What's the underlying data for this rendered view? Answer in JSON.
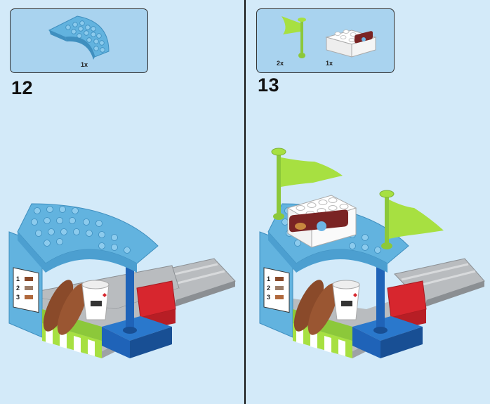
{
  "steps": [
    {
      "number": "12",
      "parts": [
        {
          "icon": "quarter-round-plate-icon",
          "quantity": "1x"
        }
      ]
    },
    {
      "number": "13",
      "parts": [
        {
          "icon": "flag-icon",
          "quantity": "2x"
        },
        {
          "icon": "printed-brick-icon",
          "quantity": "1x"
        }
      ]
    }
  ],
  "colors": {
    "background": "#d3eaf9",
    "callout": "#a9d3ef",
    "roof": "#62b3df",
    "flag": "#a7e041",
    "red": "#d7262e",
    "blue": "#1f63b8",
    "grey": "#b9bcbf",
    "bread": "#8a4a2a"
  }
}
